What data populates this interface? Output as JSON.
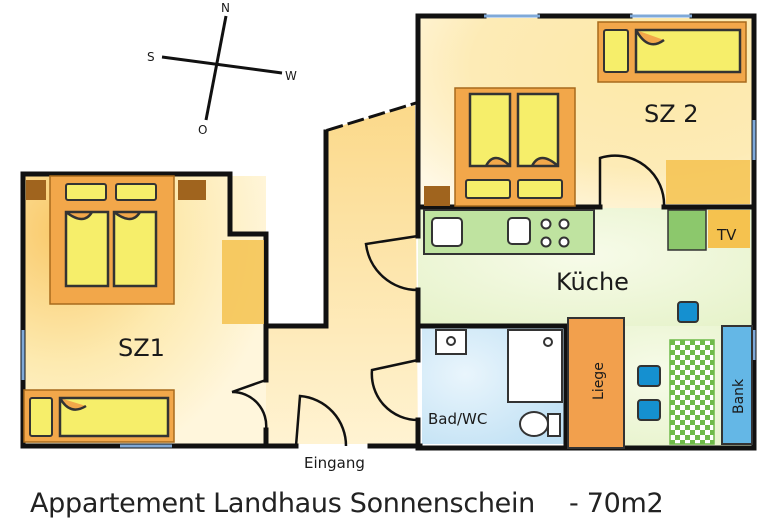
{
  "compass": {
    "north": "N",
    "south": "S",
    "west": "W",
    "east": "O"
  },
  "rooms": {
    "sz1": "SZ1",
    "sz2": "SZ 2",
    "kitchen": "Küche",
    "bath": "Bad/WC",
    "entrance": "Eingang"
  },
  "furniture": {
    "liege": "Liege",
    "bank": "Bank",
    "tv": "TV"
  },
  "caption": {
    "title": "Appartement Landhaus Sonnenschein",
    "size": "- 70m2"
  },
  "colors": {
    "wall": "#111111",
    "warm_floor": "#fde8a0",
    "warm_glow": "#f6b73c",
    "kitchen_floor": "#eef7d8",
    "bath_floor": "#cfe8f7",
    "bed": "#f6ee6a",
    "bed_frame": "#f2a74a",
    "liege": "#f2a04d",
    "bank": "#64b7e6",
    "stool": "#1590d0",
    "table_check": "#6fba4a",
    "counter": "#bfe3a0"
  }
}
